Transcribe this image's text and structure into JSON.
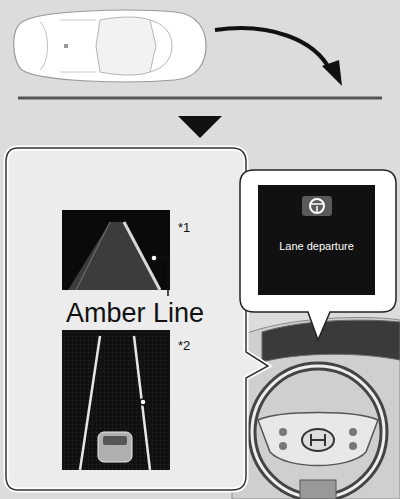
{
  "diagram": {
    "nodes": [
      {
        "text": [
          "*1",
          "Amber Line",
          "*2"
        ]
      },
      {
        "text": [
          "Lane departure"
        ]
      }
    ]
  }
}
